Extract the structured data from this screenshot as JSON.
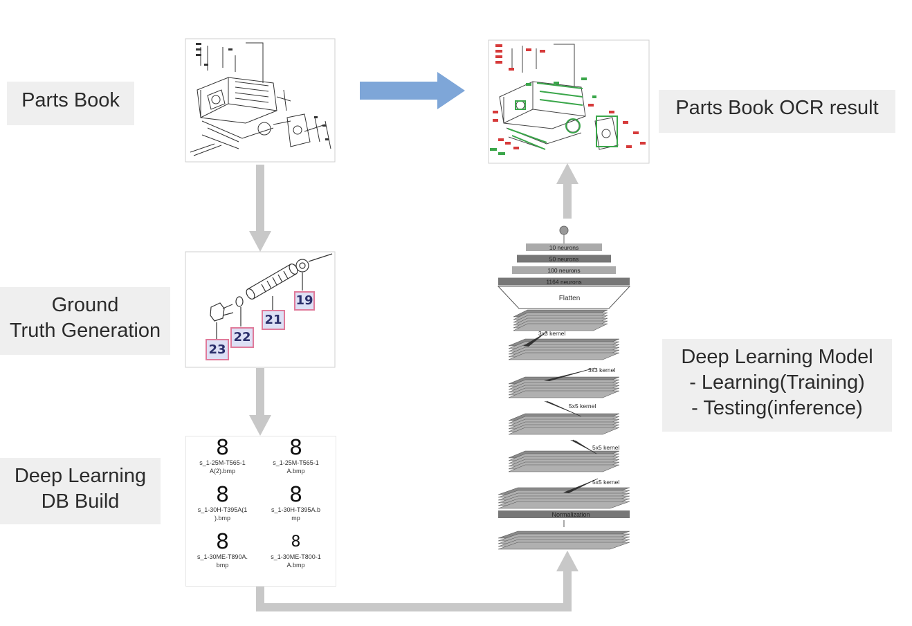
{
  "labels": {
    "parts_book": "Parts Book",
    "ocr_result": "Parts Book OCR result",
    "ground_truth": [
      "Ground",
      "Truth Generation"
    ],
    "db_build": [
      "Deep Learning",
      "DB Build"
    ],
    "model": [
      "Deep Learning Model",
      "- Learning(Training)",
      "- Testing(inference)"
    ]
  },
  "ground_truth_tags": [
    "19",
    "21",
    "22",
    "23"
  ],
  "db_samples": [
    {
      "digit": "8",
      "file": "s_1-25M-T565-1\nA(2).bmp"
    },
    {
      "digit": "8",
      "file": "s_1-25M-T565-1\nA.bmp"
    },
    {
      "digit": "8",
      "file": "s_1-30H-T395A(1\n).bmp"
    },
    {
      "digit": "8",
      "file": "s_1-30H-T395A.b\nmp"
    },
    {
      "digit": "8",
      "file": "s_1-30ME-T890A.\nbmp"
    },
    {
      "digit": "8",
      "file": "s_1-30ME-T800-1\nA.bmp"
    }
  ],
  "network": {
    "fc_layers": [
      "10 neurons",
      "50 neurons",
      "100 neurons",
      "1164 neurons"
    ],
    "flatten": "Flatten",
    "kernels": [
      "3x3 kernel",
      "3x3 kernel",
      "5x5 kernel",
      "5x5 kernel",
      "5x5 kernel"
    ],
    "normalization": "Normalization"
  },
  "colors": {
    "label_bg": "#efefef",
    "blue_arrow": "#7ea6d8",
    "gray_arrow": "#c8c8c8",
    "tag_fill": "#dde0f5",
    "tag_border": "#e07a9a",
    "ocr_red": "#d63a3a",
    "ocr_green": "#3aa64a"
  }
}
